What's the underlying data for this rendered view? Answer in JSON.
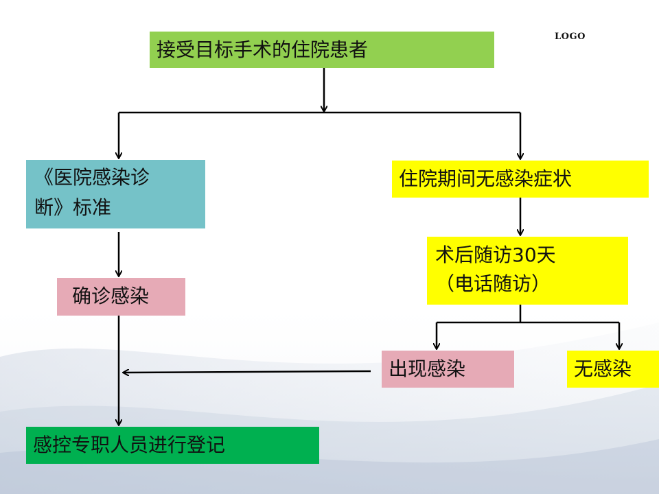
{
  "logo": "LOGO",
  "nodes": {
    "start": "接受目标手术的住院患者",
    "criteria_line1": "《医院感染诊",
    "criteria_line2": "断》标准",
    "no_symptoms": "住院期间无感染症状",
    "followup_line1": "术后随访30天",
    "followup_line2": "（电话随访）",
    "confirmed": "确诊感染",
    "infection": "出现感染",
    "no_infection": "无感染",
    "register": "感控专职人员进行登记"
  },
  "colors": {
    "start": "#92d050",
    "criteria": "#75c2c8",
    "no_symptoms": "#ffff00",
    "followup": "#ffff00",
    "confirmed": "#e6aab6",
    "infection": "#e6aab6",
    "no_infection": "#ffff00",
    "register": "#00b050"
  }
}
